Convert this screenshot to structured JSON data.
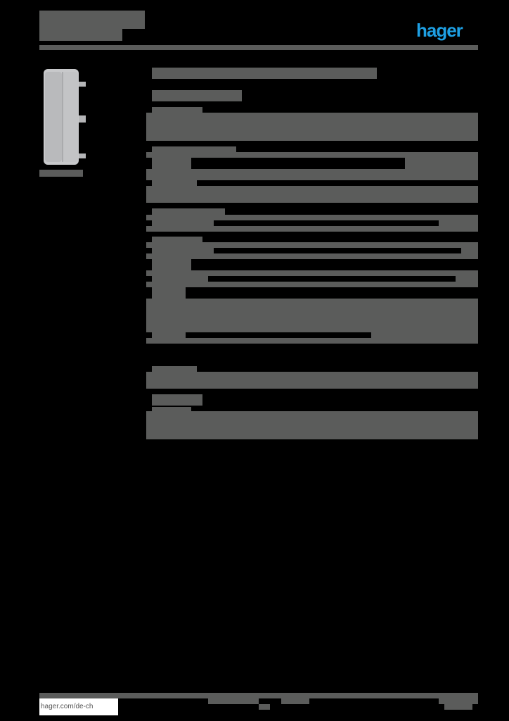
{
  "header": {
    "logo_text": "hager",
    "brand_color": "#1ea0e4",
    "block_color": "#5b5c5b"
  },
  "product_image": {
    "alt": "product-photo"
  },
  "footer": {
    "link_text": "hager.com/de-ch"
  }
}
